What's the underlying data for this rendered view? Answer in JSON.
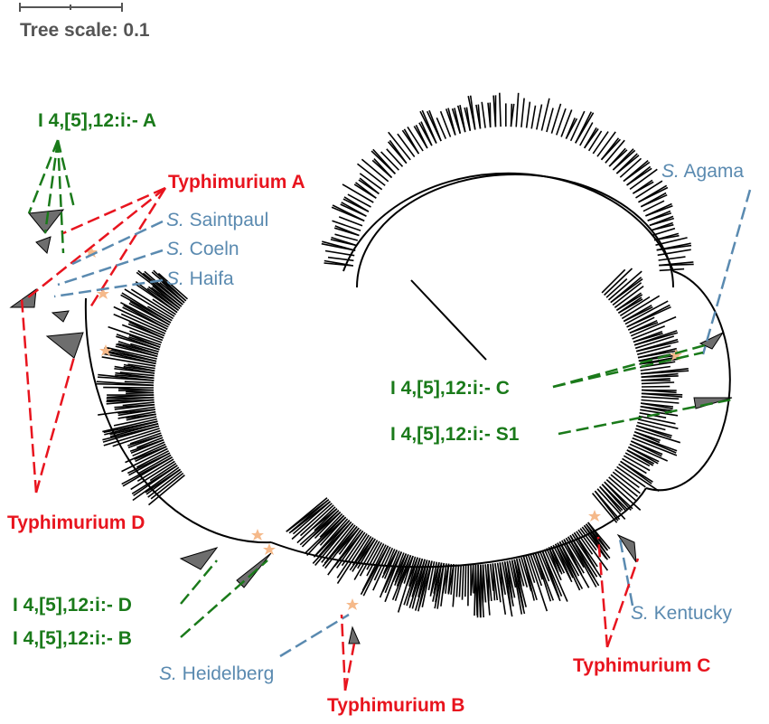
{
  "scale": {
    "text": "Tree scale: 0.1"
  },
  "colors": {
    "red": "#e8141e",
    "green": "#1a7a1a",
    "blue": "#5a8ab0",
    "branch": "#000000",
    "collapsed": "#6e6e6e",
    "star": "#f5b98a"
  },
  "labels": {
    "i4_a": "I 4,[5],12:i:- A",
    "i4_b": "I 4,[5],12:i:- B",
    "i4_c": "I 4,[5],12:i:- C",
    "i4_d": "I 4,[5],12:i:- D",
    "i4_s1": "I 4,[5],12:i:- S1",
    "typh_a": "Typhimurium A",
    "typh_b": "Typhimurium B",
    "typh_c": "Typhimurium C",
    "typh_d": "Typhimurium D",
    "s_prefix": "S.",
    "saintpaul": " Saintpaul",
    "coeln": " Coeln",
    "haifa": " Haifa",
    "agama": " Agama",
    "kentucky": " Kentucky",
    "heidelberg": " Heidelberg"
  }
}
